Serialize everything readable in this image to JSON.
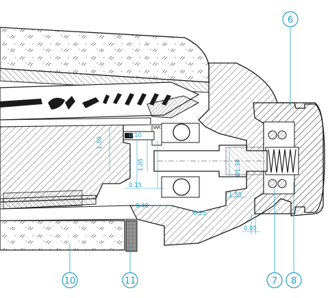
{
  "colors": {
    "line": "#1a1a1a",
    "accent": "#1fa0c8",
    "hatch": "#333333",
    "background": "#ffffff"
  },
  "dimensions": {
    "d150": "1.50",
    "d010": "0.10",
    "d105": "1.05",
    "d015": "0.15",
    "d040": "0.40",
    "d025": "0.25",
    "d130": "Ø1.30",
    "d155": "1.55",
    "d005": "0.05"
  },
  "callouts": {
    "c6": "6",
    "c7": "7",
    "c8": "8",
    "c10": "10",
    "c11": "11"
  }
}
